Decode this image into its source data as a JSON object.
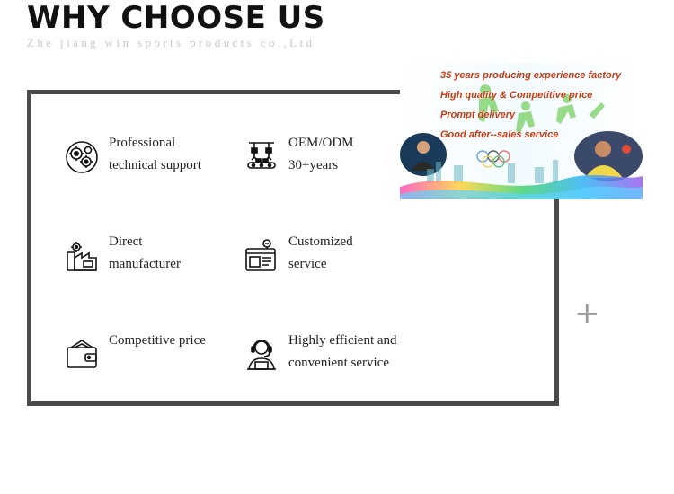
{
  "header": {
    "title": "WHY CHOOSE US",
    "subtitle": "Zhe jiang win sports products co.,Ltd"
  },
  "features": [
    {
      "icon": "gears-icon",
      "line1": "Professional",
      "line2": "technical support"
    },
    {
      "icon": "factory-robot-arm-icon",
      "line1": "OEM/ODM",
      "line2": "30+years"
    },
    {
      "icon": "manufacturer-factory-icon",
      "line1": "Direct",
      "line2": "manufacturer"
    },
    {
      "icon": "customized-service-icon",
      "line1": "Customized",
      "line2": "service"
    },
    {
      "icon": "wallet-icon",
      "line1": "Competitive price",
      "line2": ""
    },
    {
      "icon": "customer-service-agent-icon",
      "line1": "Highly efficient and",
      "line2": "convenient service"
    }
  ],
  "banner": {
    "lines": [
      "35 years producing experience factory",
      "High quality & Competitive price",
      "Prompt delivery",
      "Good after--sales service"
    ],
    "text_color": "#c83a12"
  },
  "controls": {
    "expand_symbol": "+"
  },
  "colors": {
    "panel_border": "#4a4a4a",
    "title": "#111111",
    "subtitle": "#c8c8c8"
  }
}
